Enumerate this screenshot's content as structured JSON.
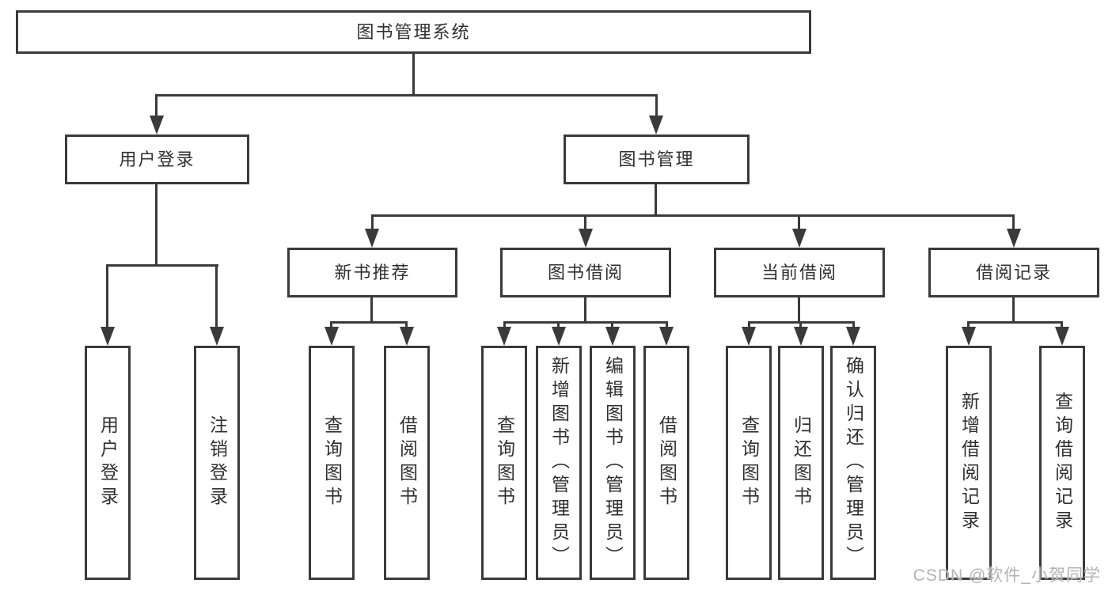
{
  "tree": {
    "root": {
      "label": "图书管理系统"
    },
    "branches": [
      {
        "label": "用户登录",
        "children": [
          {
            "label": "用户登录"
          },
          {
            "label": "注销登录"
          }
        ]
      },
      {
        "label": "图书管理",
        "children": [
          {
            "label": "新书推荐",
            "children": [
              {
                "label": "查询图书"
              },
              {
                "label": "借阅图书"
              }
            ]
          },
          {
            "label": "图书借阅",
            "children": [
              {
                "label": "查询图书"
              },
              {
                "label": "新增图书（管理员）"
              },
              {
                "label": "编辑图书（管理员）"
              },
              {
                "label": "借阅图书"
              }
            ]
          },
          {
            "label": "当前借阅",
            "children": [
              {
                "label": "查询图书"
              },
              {
                "label": "归还图书"
              },
              {
                "label": "确认归还（管理员）"
              }
            ]
          },
          {
            "label": "借阅记录",
            "children": [
              {
                "label": "新增借阅记录"
              },
              {
                "label": "查询借阅记录"
              }
            ]
          }
        ]
      }
    ]
  },
  "watermark": "CSDN @软件_小贺同学",
  "colors": {
    "line": "#3a3a3a",
    "text": "#303030",
    "watermark": "#b3b3b3",
    "background": "#ffffff"
  }
}
